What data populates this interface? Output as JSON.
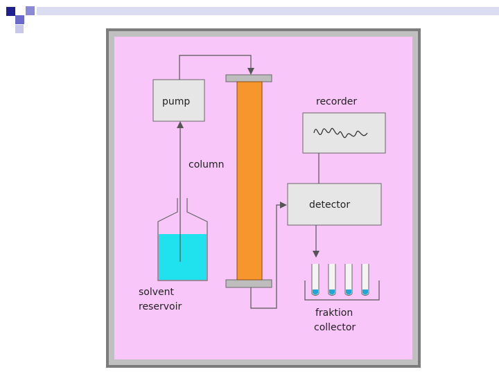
{
  "labels": {
    "pump": "pump",
    "column": "column",
    "recorder": "recorder",
    "detector": "detector",
    "solvent_reservoir_line1": "solvent",
    "solvent_reservoir_line2": "reservoir",
    "fraction_collector_line1": "fraktion",
    "fraction_collector_line2": "collector"
  },
  "colors": {
    "background": "#f9c6f9",
    "frame": "#7c7c7c",
    "box_fill": "#e6e6e6",
    "column_fill": "#f8962e",
    "liquid": "#1fe2ee",
    "line": "#555555",
    "corner_squares": "#1f1f8f"
  }
}
